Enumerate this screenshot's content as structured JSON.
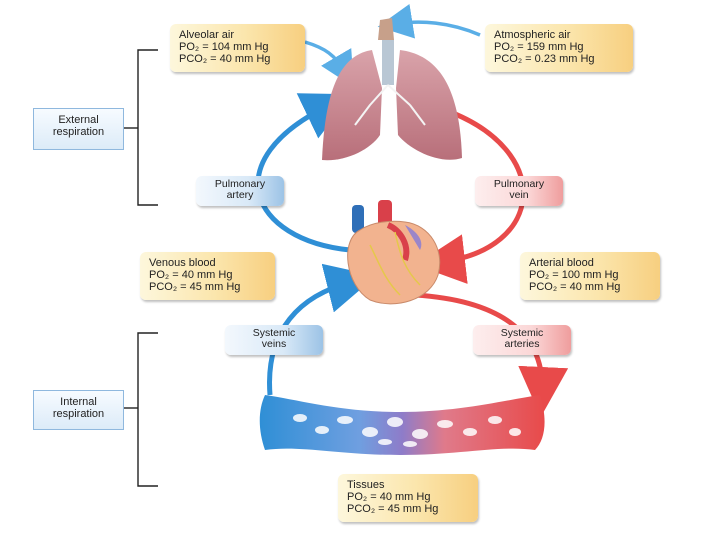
{
  "labels": {
    "external": [
      "External",
      "respiration"
    ],
    "internal": [
      "Internal",
      "respiration"
    ],
    "alveolar": [
      "Alveolar air",
      "PO₂ = 104 mm Hg",
      "PCO₂ = 40 mm Hg"
    ],
    "atmospheric": [
      "Atmospheric air",
      "PO₂ = 159 mm Hg",
      "PCO₂ = 0.23 mm Hg"
    ],
    "pulm_artery": [
      "Pulmonary",
      "artery"
    ],
    "pulm_vein": [
      "Pulmonary",
      "vein"
    ],
    "venous": [
      "Venous blood",
      "PO₂ = 40 mm Hg",
      "PCO₂ = 45 mm Hg"
    ],
    "arterial": [
      "Arterial blood",
      "PO₂ = 100 mm Hg",
      "PCO₂ = 40 mm Hg"
    ],
    "sys_veins": [
      "Systemic",
      "veins"
    ],
    "sys_arteries": [
      "Systemic",
      "arteries"
    ],
    "tissues": [
      "Tissues",
      "PO₂ = 40 mm Hg",
      "PCO₂ = 45 mm Hg"
    ]
  },
  "colors": {
    "deoxygenated": "#2f8fd6",
    "oxygenated": "#e84a4a",
    "capillary": "#8e7cc9",
    "lung": "#c98a93",
    "heart": "#f2b38f"
  }
}
